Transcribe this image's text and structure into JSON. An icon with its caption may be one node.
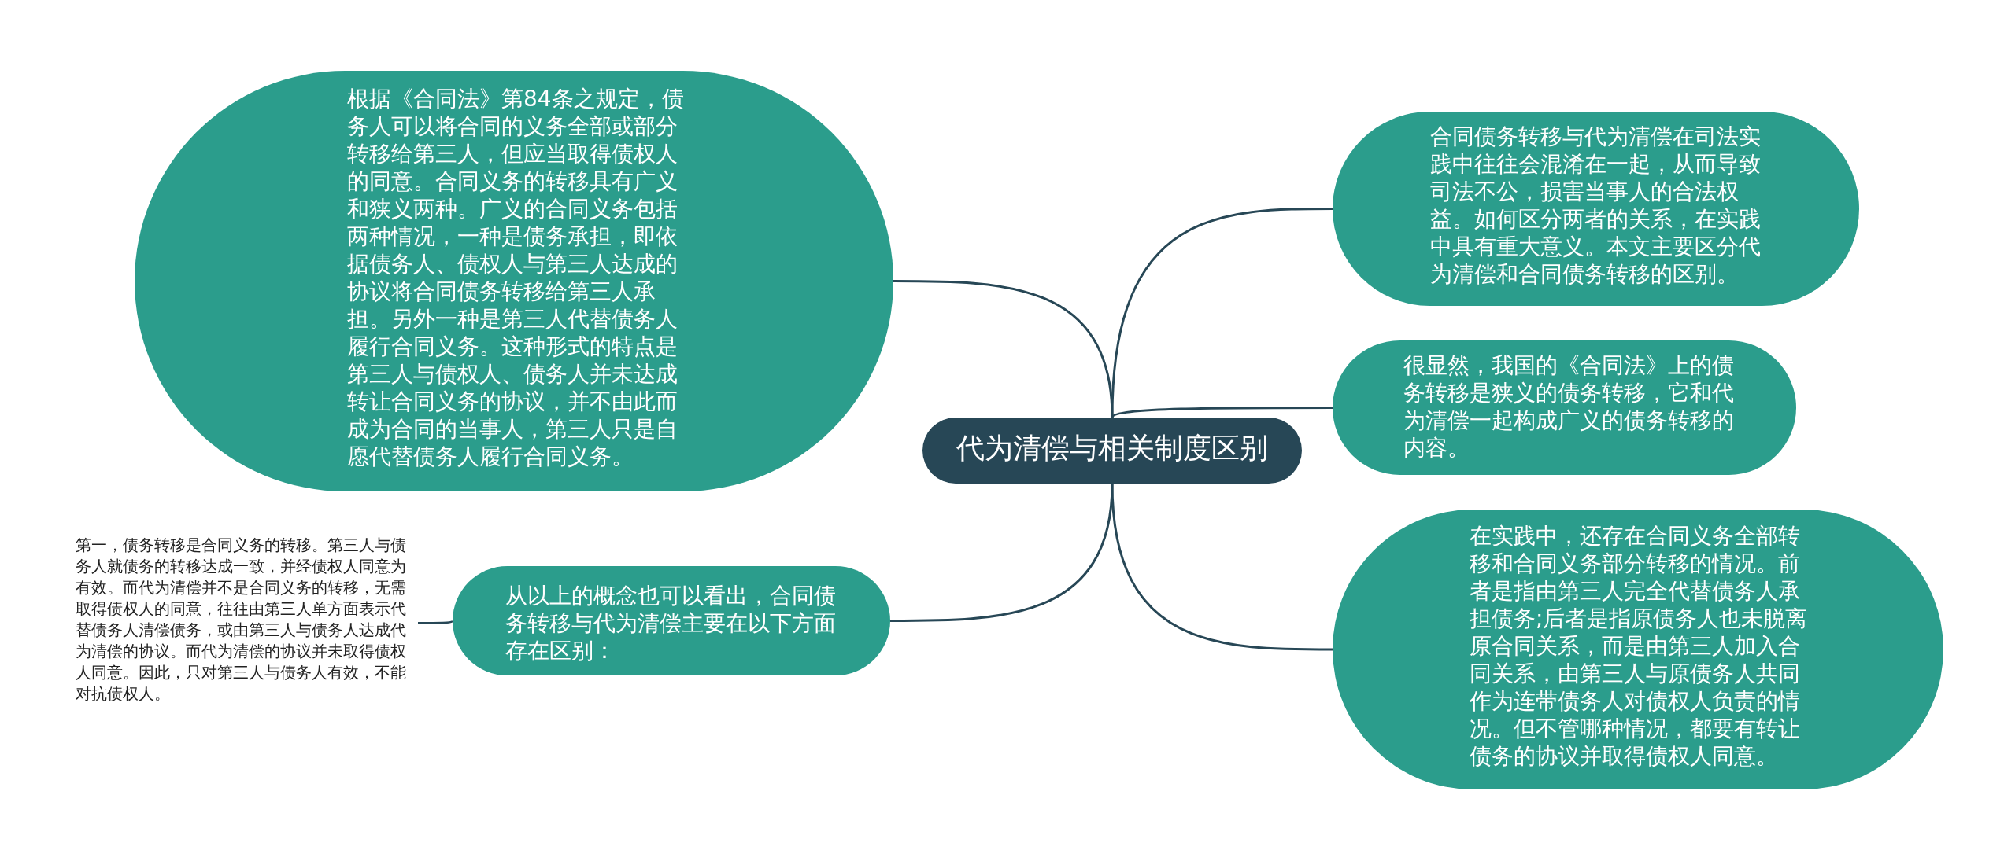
{
  "diagram": {
    "nodes": [
      {
        "text": [
          "代为清偿与相关制度区别"
        ]
      },
      {
        "text": [
          "根据《合同法》第84条之规定，债务人可以将合同的义务全部或部分转移给第三人，但应当取得债权人的同意。合同义务的转移具有广义和狭义两种。广义的合同义务包括两种情况，一种是债务承担，即依据债务人、债权人与第三人达成的协议将合同债务转移给第三人承担。另外一种是第三人代替债务人履行合同义务。这种形式的特点是第三人与债权人、债务人并未达成转让合同义务的协议，并不由此而成为合同的当事人，第三人只是自愿代替债务人履行合同义务。"
        ]
      },
      {
        "text": [
          "从以上的概念也可以看出，合同债务转移与代为清偿主要在以下方面存在区别："
        ]
      },
      {
        "text": [
          "第一，债务转移是合同义务的转移。第三人与债务人就债务的转移达成一致，并经债权人同意为有效。而代为清偿并不是合同义务的转移，无需取得债权人的同意，往往由第三人单方面表示代替债务人清偿债务，或由第三人与债务人达成代为清偿的协议。而代为清偿的协议并未取得债权人同意。因此，只对第三人与债务人有效，不能对抗债权人。"
        ]
      },
      {
        "text": [
          "合同债务转移与代为清偿在司法实践中往往会混淆在一起，从而导致司法不公，损害当事人的合法权益。如何区分两者的关系，在实践中具有重大意义。本文主要区分代为清偿和合同债务转移的区别。"
        ]
      },
      {
        "text": [
          "很显然，我国的《合同法》上的债务转移是狭义的债务转移，它和代为清偿一起构成广义的债务转移的内容。"
        ]
      },
      {
        "text": [
          "在实践中，还存在合同义务全部转移和合同义务部分转移的情况。前者是指由第三人完全代替债务人承担债务;后者是指原债务人也未脱离原合同关系，而是由第三人加入合同关系，由第三人与原债务人共同作为连带债务人对债权人负责的情况。但不管哪种情况，都要有转让债务的协议并取得债权人同意。"
        ]
      }
    ],
    "edges": [
      {
        "from": 0,
        "to": 1,
        "arrow": "none"
      },
      {
        "from": 0,
        "to": 2,
        "arrow": "none"
      },
      {
        "from": 2,
        "to": 3,
        "arrow": "none"
      },
      {
        "from": 0,
        "to": 4,
        "arrow": "none"
      },
      {
        "from": 0,
        "to": 5,
        "arrow": "none"
      },
      {
        "from": 0,
        "to": 6,
        "arrow": "none"
      }
    ]
  }
}
